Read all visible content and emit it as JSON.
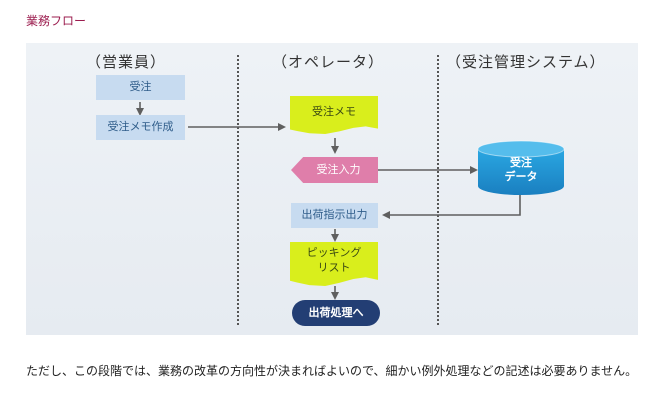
{
  "section_title": "業務フロー",
  "lanes": [
    "（営業員）",
    "（オペレータ）",
    "（受注管理システム）"
  ],
  "nodes": {
    "order_receive": "受注",
    "order_memo_create": "受注メモ作成",
    "order_memo": "受注メモ",
    "order_input": "受注入力",
    "order_data_line1": "受注",
    "order_data_line2": "データ",
    "shipping_instruction_output": "出荷指示出力",
    "picking_list_line1": "ピッキング",
    "picking_list_line2": "リスト",
    "to_shipping": "出荷処理へ"
  },
  "colors": {
    "box": "#c7dbf0",
    "document": "#d9ee1c",
    "input": "#df7eaa",
    "terminator": "#233e74",
    "database": "#1f9fdc",
    "arrow": "#5f5f5f"
  },
  "footer_text": "ただし、この段階では、業務の改革の方向性が決まればよいので、細かい例外処理などの記述は必要ありません。"
}
